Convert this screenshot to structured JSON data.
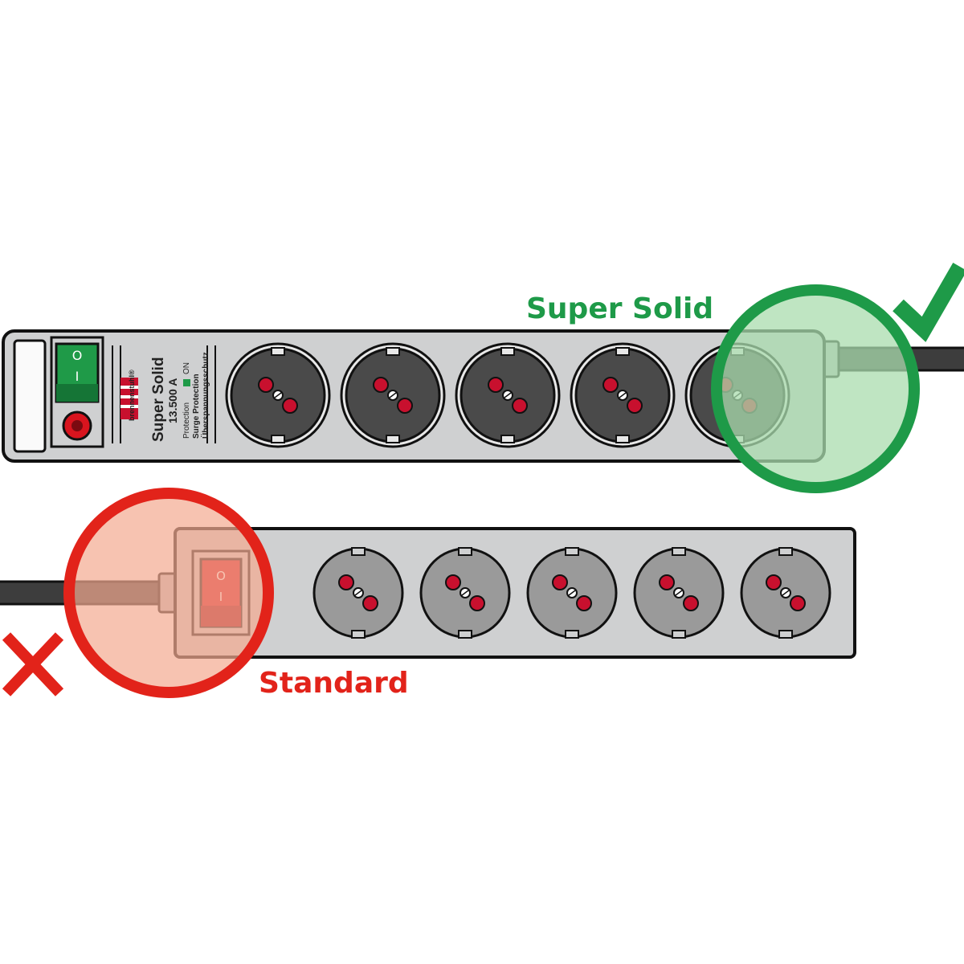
{
  "labels": {
    "good": "Super Solid",
    "bad": "Standard"
  },
  "good_strip": {
    "brand": "brennenstuhl®",
    "model": "Super Solid",
    "rating": "13.500 A",
    "protection_label": "Protection",
    "on_label": "ON",
    "line1": "Surge Protection",
    "line2": "Überspannungsschutz",
    "switch_on_glyph": "I",
    "switch_off_glyph": "O",
    "socket_count": 5
  },
  "bad_strip": {
    "switch_on_glyph": "I",
    "switch_off_glyph": "O",
    "socket_count": 5
  },
  "icons": {
    "good": "checkmark-icon",
    "bad": "cross-icon"
  },
  "colors": {
    "green": "#1e9a48",
    "green_fill": "#b6e2b8",
    "red": "#e2231a",
    "red_fill": "#f6b8a6",
    "strip": "#cfd0d1",
    "socket_dark": "#4a4a4a",
    "socket_light": "#9a9a9a",
    "pin": "#c8102e",
    "switch_green": "#1f9a48",
    "switch_red": "#d8141e"
  }
}
